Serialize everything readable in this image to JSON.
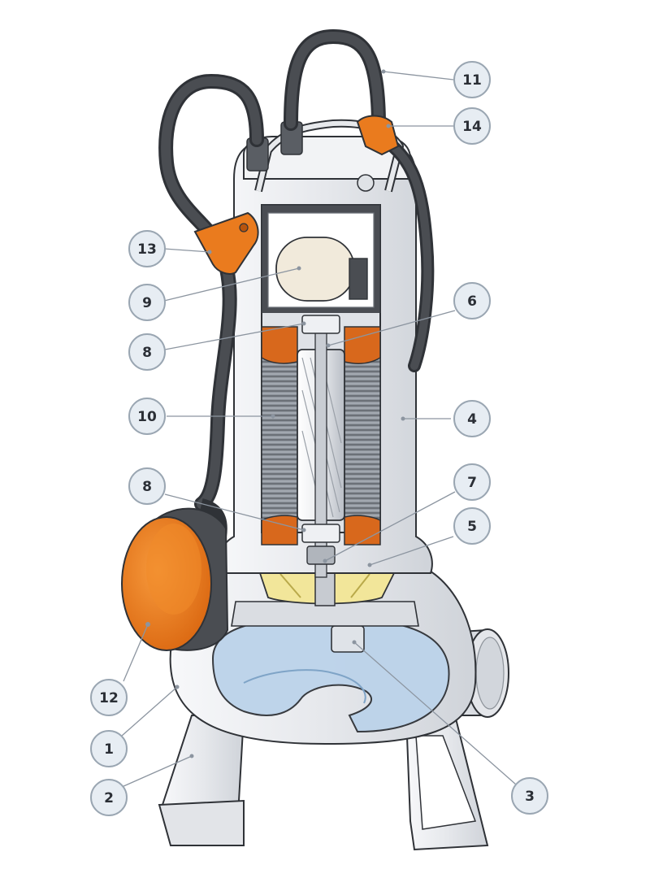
{
  "diagram": {
    "colors": {
      "cable": "#4a4d52",
      "float": "#ea7b1e",
      "float_dark": "#b8540d",
      "winding": "#d8681c",
      "impeller": "#f2e69a",
      "volute": "#bcd3ea",
      "steel": "#eceef1",
      "outline": "#2f3237",
      "motor_cap": "#f1eadb",
      "callout_fill": "#e7edf3",
      "callout_stroke": "#9aa6b2"
    },
    "callouts": [
      {
        "label": "1"
      },
      {
        "label": "2"
      },
      {
        "label": "3"
      },
      {
        "label": "4"
      },
      {
        "label": "5"
      },
      {
        "label": "6"
      },
      {
        "label": "7"
      },
      {
        "label": "8"
      },
      {
        "label": "8"
      },
      {
        "label": "9"
      },
      {
        "label": "10"
      },
      {
        "label": "11"
      },
      {
        "label": "12"
      },
      {
        "label": "13"
      },
      {
        "label": "14"
      }
    ]
  }
}
